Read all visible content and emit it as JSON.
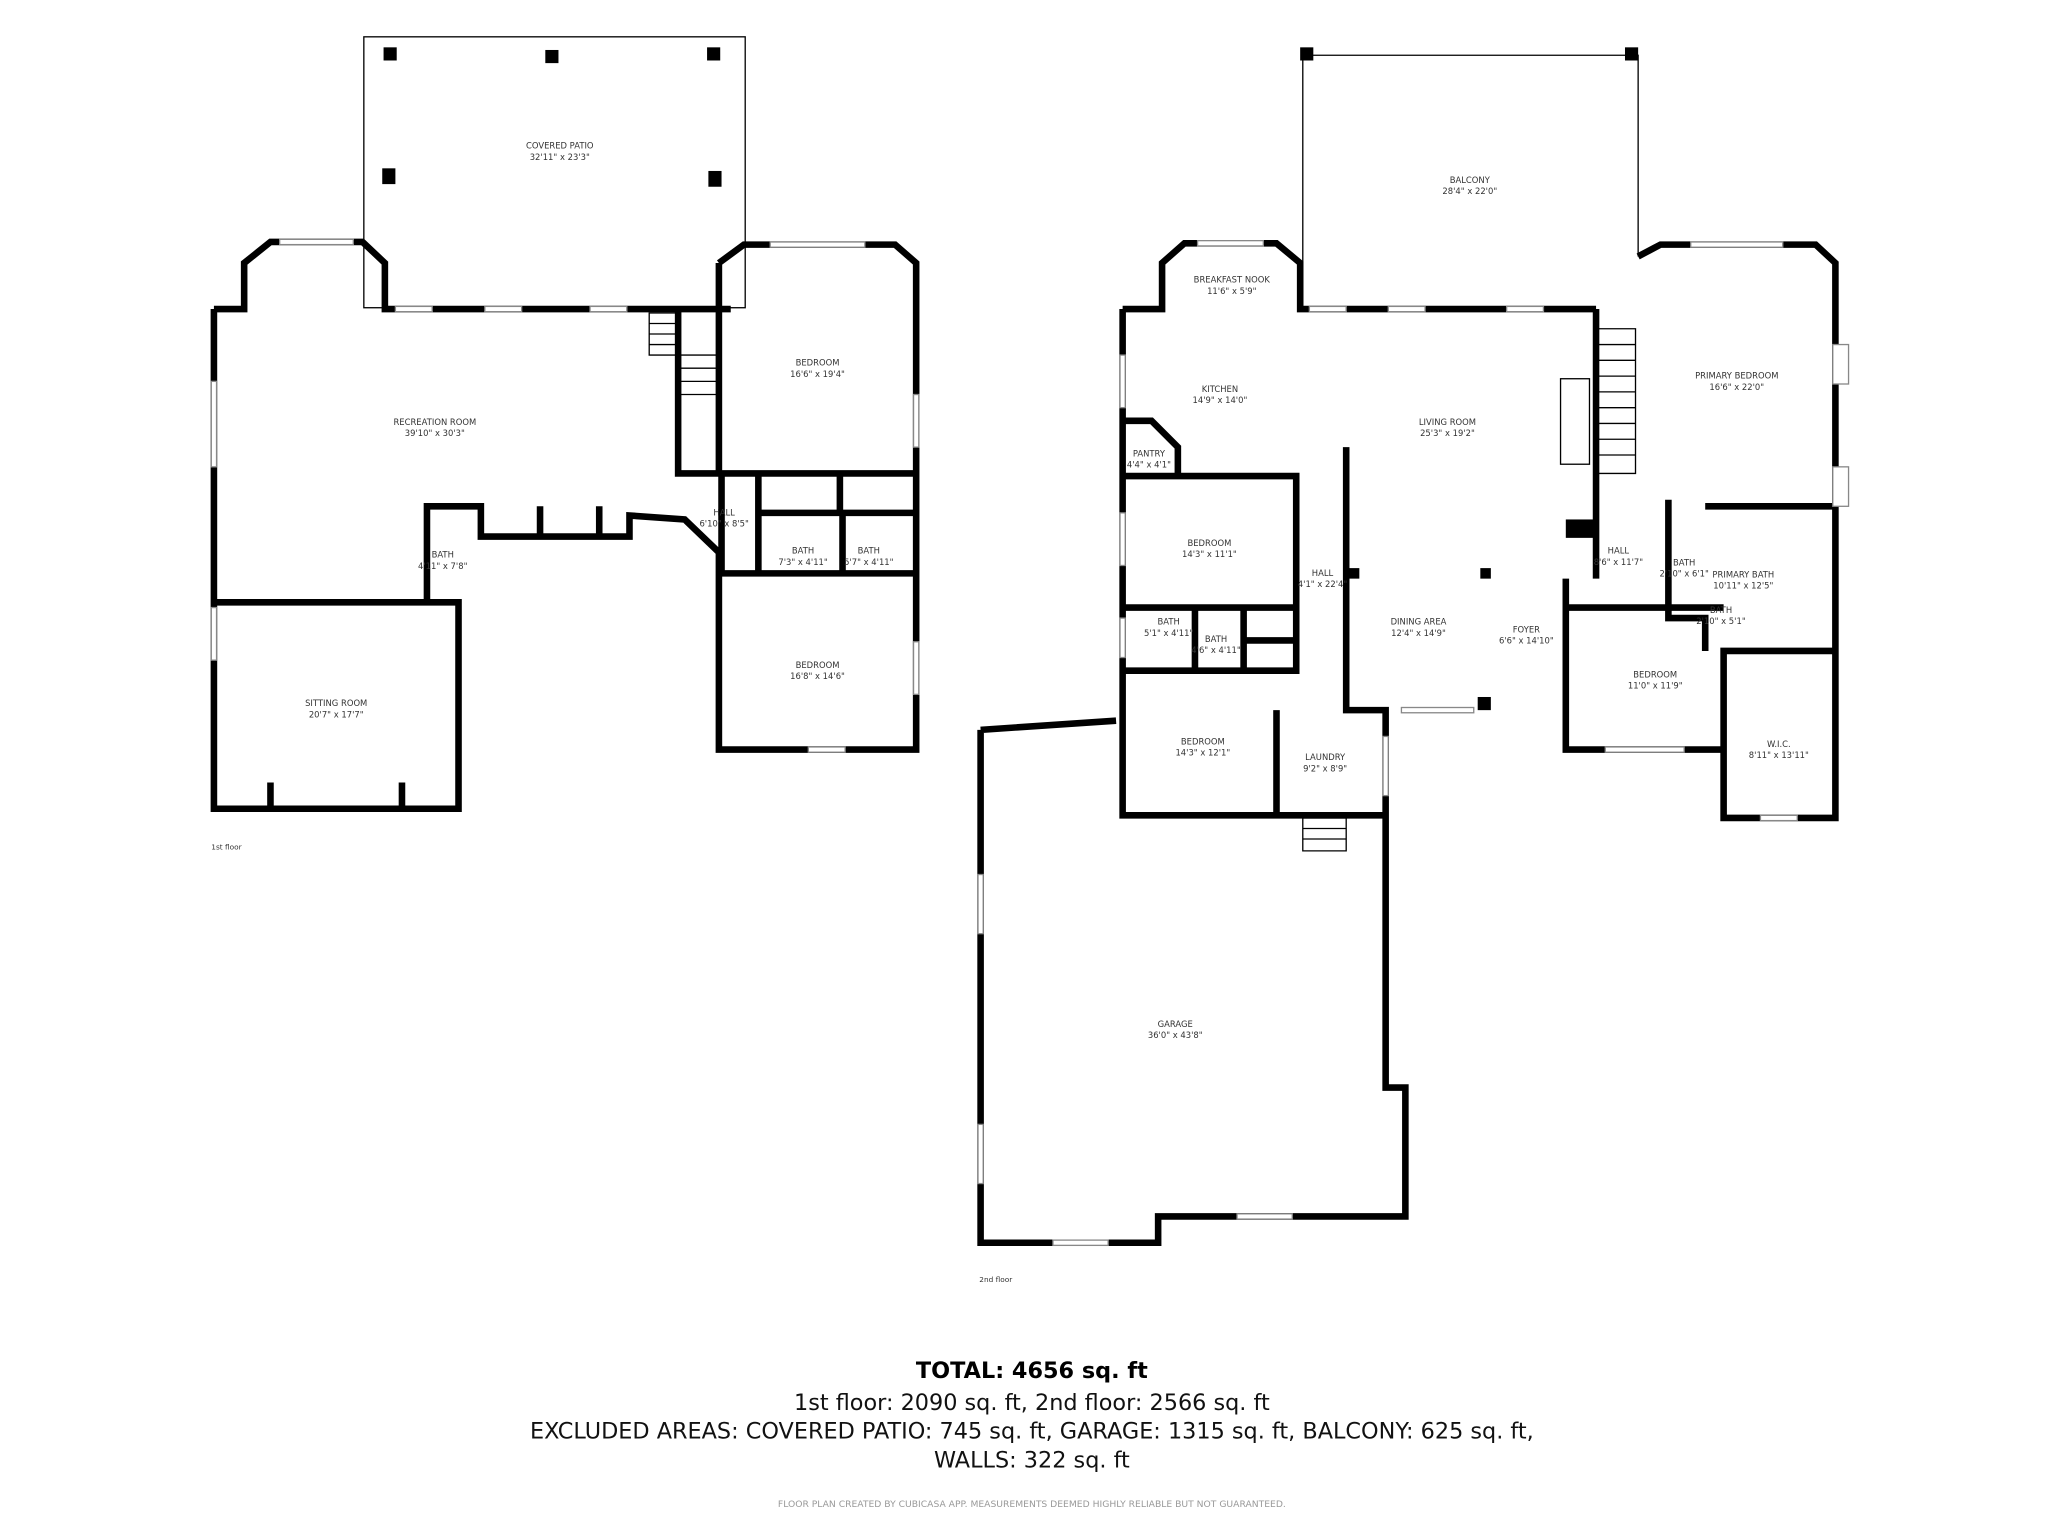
{
  "floors": [
    {
      "label": "1st floor",
      "rooms": [
        {
          "name": "COVERED PATIO",
          "dims": "32'11\" x 23'3\""
        },
        {
          "name": "RECREATION ROOM",
          "dims": "39'10\" x 30'3\""
        },
        {
          "name": "BEDROOM",
          "dims": "16'6\" x 19'4\""
        },
        {
          "name": "HALL",
          "dims": "6'10\" x 8'5\""
        },
        {
          "name": "BATH",
          "dims": "4'11\" x 7'8\""
        },
        {
          "name": "BATH",
          "dims": "7'3\" x 4'11\""
        },
        {
          "name": "BATH",
          "dims": "5'7\" x 4'11\""
        },
        {
          "name": "BEDROOM",
          "dims": "16'8\" x 14'6\""
        },
        {
          "name": "SITTING ROOM",
          "dims": "20'7\" x 17'7\""
        }
      ]
    },
    {
      "label": "2nd floor",
      "rooms": [
        {
          "name": "BALCONY",
          "dims": "28'4\" x 22'0\""
        },
        {
          "name": "BREAKFAST NOOK",
          "dims": "11'6\" x 5'9\""
        },
        {
          "name": "KITCHEN",
          "dims": "14'9\" x 14'0\""
        },
        {
          "name": "PANTRY",
          "dims": "4'4\" x 4'1\""
        },
        {
          "name": "LIVING ROOM",
          "dims": "25'3\" x 19'2\""
        },
        {
          "name": "PRIMARY BEDROOM",
          "dims": "16'6\" x 22'0\""
        },
        {
          "name": "BEDROOM",
          "dims": "14'3\" x 11'1\""
        },
        {
          "name": "HALL",
          "dims": "4'1\" x 22'4\""
        },
        {
          "name": "HALL",
          "dims": "8'6\" x 11'7\""
        },
        {
          "name": "BATH",
          "dims": "2'10\" x 6'1\""
        },
        {
          "name": "PRIMARY BATH",
          "dims": "10'11\" x 12'5\""
        },
        {
          "name": "BATH",
          "dims": "2'10\" x 5'1\""
        },
        {
          "name": "BATH",
          "dims": "5'1\" x 4'11\""
        },
        {
          "name": "BATH",
          "dims": "4'6\" x 4'11\""
        },
        {
          "name": "DINING AREA",
          "dims": "12'4\" x 14'9\""
        },
        {
          "name": "FOYER",
          "dims": "6'6\" x 14'10\""
        },
        {
          "name": "BEDROOM",
          "dims": "11'0\" x 11'9\""
        },
        {
          "name": "BEDROOM",
          "dims": "14'3\" x 12'1\""
        },
        {
          "name": "LAUNDRY",
          "dims": "9'2\" x 8'9\""
        },
        {
          "name": "W.I.C.",
          "dims": "8'11\" x 13'11\""
        },
        {
          "name": "GARAGE",
          "dims": "36'0\" x 43'8\""
        }
      ]
    }
  ],
  "summary": {
    "total": "TOTAL: 4656 sq. ft",
    "floors_line": "1st floor: 2090 sq. ft, 2nd floor: 2566 sq. ft",
    "excluded_line": "EXCLUDED AREAS: COVERED PATIO: 745 sq. ft, GARAGE: 1315 sq. ft, BALCONY: 625 sq. ft,",
    "walls_line": "WALLS: 322 sq. ft",
    "disclaimer": "FLOOR PLAN CREATED BY CUBICASA APP. MEASUREMENTS DEEMED HIGHLY RELIABLE BUT NOT GUARANTEED."
  }
}
